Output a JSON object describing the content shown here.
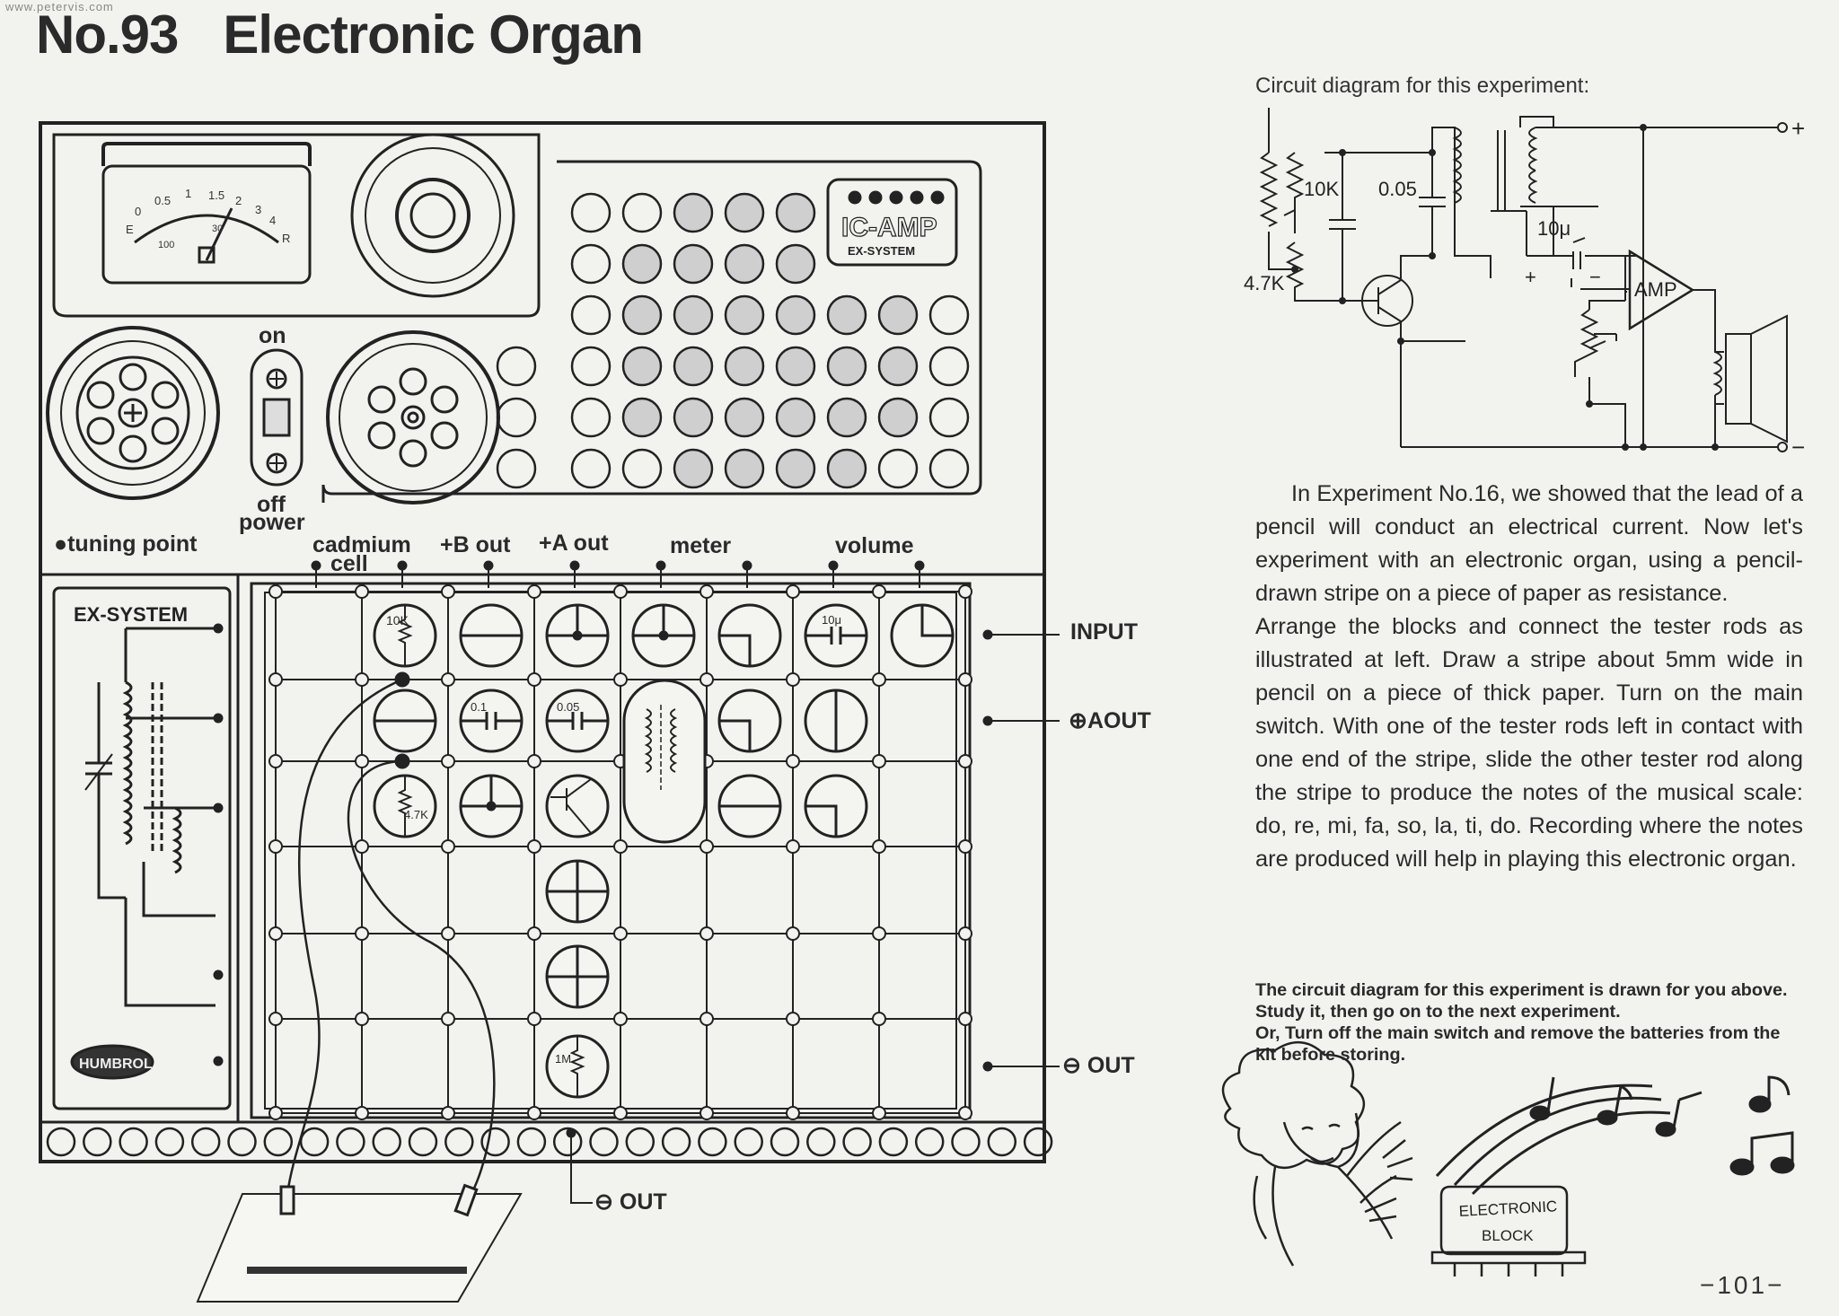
{
  "watermark": "www.petervis.com",
  "header": {
    "number": "No.93",
    "title": "Electronic Organ"
  },
  "panel": {
    "meter_scale": [
      "0",
      "0.5",
      "1",
      "1.5",
      "2",
      "3",
      "4",
      "E",
      "R",
      "30",
      "100"
    ],
    "ic_amp": {
      "logo": "IC-AMP",
      "sub": "EX-SYSTEM"
    },
    "switch": {
      "on": "on",
      "off": "off",
      "power": "power"
    },
    "tuning_point": "tuning point",
    "ex_system": "EX-SYSTEM",
    "brand": "HUMBROL",
    "top_labels": {
      "cadmium": "cadmium",
      "cell": "cell",
      "bout": "+B out",
      "aout": "+A out",
      "meter": "meter",
      "volume": "volume"
    },
    "side_labels": {
      "input": "INPUT",
      "aout": "⊕AOUT",
      "out": "⊖ OUT",
      "bottom_out": "⊖ OUT"
    },
    "block_values": {
      "r10k": "10K",
      "c01": "0.1",
      "c005": "0.05",
      "c10u": "10μ",
      "r47k": "4.7K",
      "r1m": "1M"
    }
  },
  "circuit": {
    "caption": "Circuit diagram for this experiment:",
    "labels": {
      "r10k": "10K",
      "c005": "0.05",
      "c10u": "10μ",
      "r47k": "4.7K",
      "amp": "AMP",
      "plus": "+",
      "minus": "−",
      "cap_plus": "+",
      "cap_minus": "−"
    }
  },
  "text": {
    "p1": "In Experiment No.16, we showed that the lead of a pencil will conduct an electrical current. Now let's experiment with an electronic organ, using a pencil-drawn stripe on a piece of paper as resistance.",
    "p2": "Arrange the blocks and connect the tester rods as illustrated at left. Draw a stripe about 5mm wide in pencil on a piece of thick paper. Turn on the main switch. With one of the tester rods left in contact with one end of the stripe, slide the other tester rod along the stripe to produce the notes of the musical scale: do, re, mi, fa, so, la, ti, do. Recording where the notes are produced will help in playing this electronic organ.",
    "note1": "The circuit diagram for this experiment is drawn for you above. Study it, then go on to the next experiment.",
    "note2": "Or, Turn off the main switch and remove the batteries from the kit before storing."
  },
  "cartoon": {
    "block_line1": "ELECTRONIC",
    "block_line2": "BLOCK"
  },
  "page_number": "−101−"
}
